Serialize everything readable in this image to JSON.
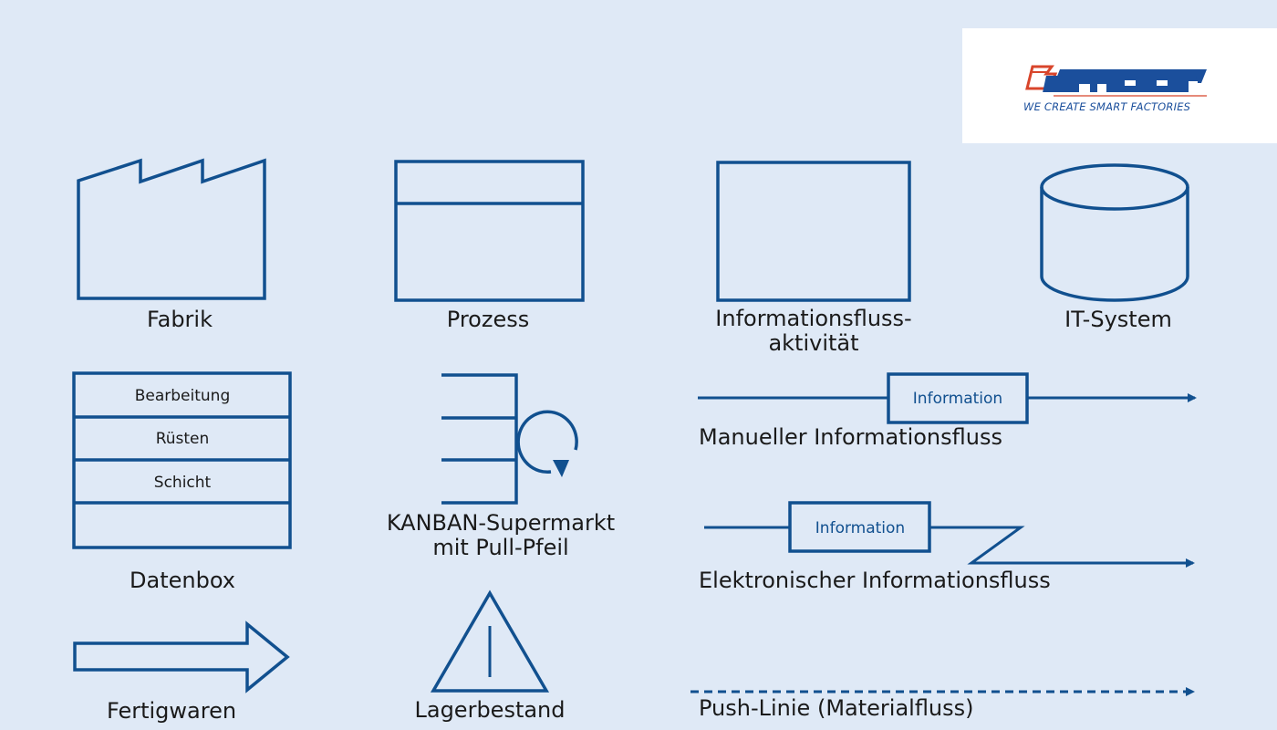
{
  "colors": {
    "background": "#dfe9f6",
    "stroke": "#11508f",
    "logo_blue": "#1b4f9c",
    "logo_red": "#d8452b"
  },
  "logo": {
    "icon": "mpdv-logo-icon",
    "tagline": "WE CREATE SMART FACTORIES"
  },
  "symbols": {
    "fabrik": {
      "label": "Fabrik"
    },
    "prozess": {
      "label": "Prozess"
    },
    "informationsfluss_aktivitaet": {
      "label_line1": "Informationsfluss-",
      "label_line2": "aktivität"
    },
    "it_system": {
      "label": "IT-System"
    },
    "datenbox": {
      "label": "Datenbox",
      "rows": [
        "Bearbeitung",
        "Rüsten",
        "Schicht",
        ""
      ]
    },
    "kanban_supermarkt": {
      "label_line1": "KANBAN-Supermarkt",
      "label_line2": "mit Pull-Pfeil"
    },
    "manueller_informationsfluss": {
      "label": "Manueller Informationsfluss",
      "box_text": "Information"
    },
    "elektronischer_informationsfluss": {
      "label": "Elektronischer Informationsfluss",
      "box_text": "Information"
    },
    "fertigwaren": {
      "label": "Fertigwaren"
    },
    "lagerbestand": {
      "label": "Lagerbestand"
    },
    "push_linie": {
      "label": "Push-Linie (Materialfluss)"
    }
  }
}
